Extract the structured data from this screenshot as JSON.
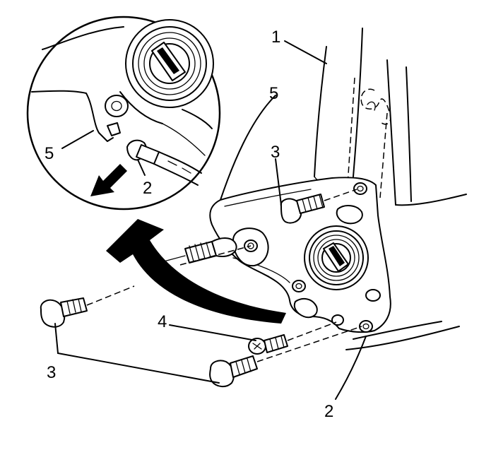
{
  "callouts": {
    "seat_back_frame": "1",
    "bolt_inset": "2",
    "bolt_lower": "2",
    "bolt_upper": "3",
    "bolts_lower_pair": "3",
    "screw": "4",
    "plate_inset": "5",
    "plate_main": "5"
  },
  "colors": {
    "line": "#000000",
    "background": "#ffffff"
  },
  "icons": {
    "inset_arrow": "arrow-down-left-icon",
    "rotation_arrow": "curved-arrow-icon"
  }
}
